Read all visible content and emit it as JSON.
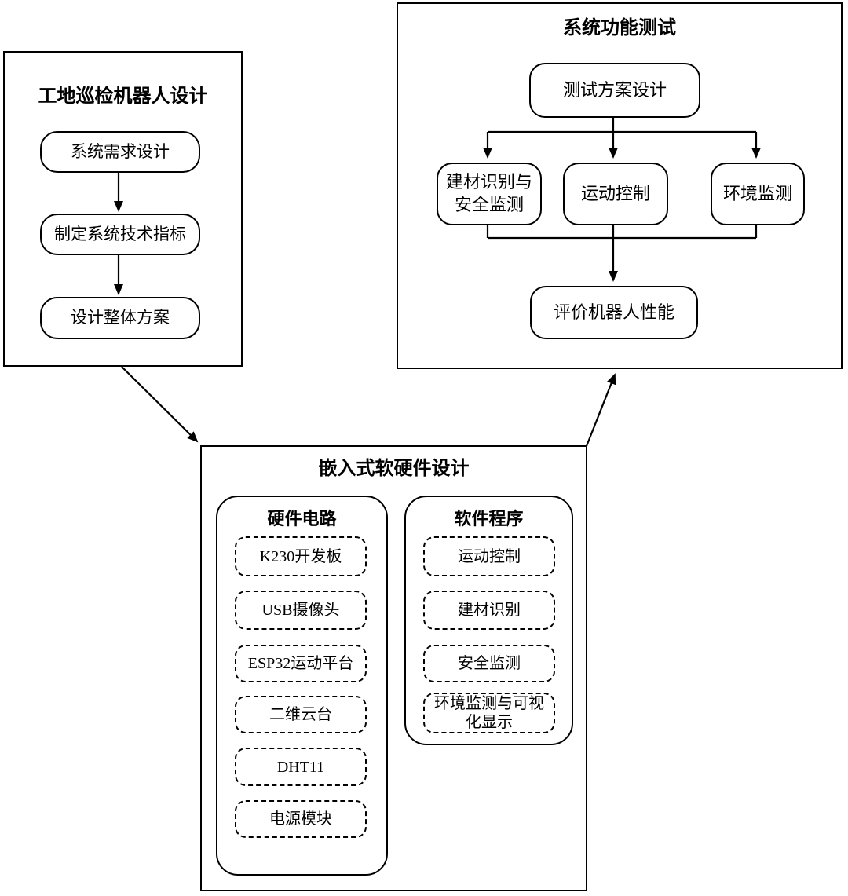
{
  "design_panel": {
    "title": "工地巡检机器人设计",
    "steps": [
      {
        "label": "系统需求设计"
      },
      {
        "label": "制定系统技术指标"
      },
      {
        "label": "设计整体方案"
      }
    ]
  },
  "test_panel": {
    "title": "系统功能测试",
    "plan_label": "测试方案设计",
    "branches": [
      {
        "label": "建材识别与安全监测"
      },
      {
        "label": "运动控制"
      },
      {
        "label": "环境监测"
      }
    ],
    "result_label": "评价机器人性能"
  },
  "embedded_panel": {
    "title": "嵌入式软硬件设计",
    "hardware": {
      "title": "硬件电路",
      "items": [
        "K230开发板",
        "USB摄像头",
        "ESP32运动平台",
        "二维云台",
        "DHT11",
        "电源模块"
      ]
    },
    "software": {
      "title": "软件程序",
      "items": [
        "运动控制",
        "建材识别",
        "安全监测",
        "环境监测与可视化显示"
      ]
    }
  },
  "colors": {
    "stroke": "#000000",
    "background": "#ffffff",
    "text": "#000000"
  }
}
